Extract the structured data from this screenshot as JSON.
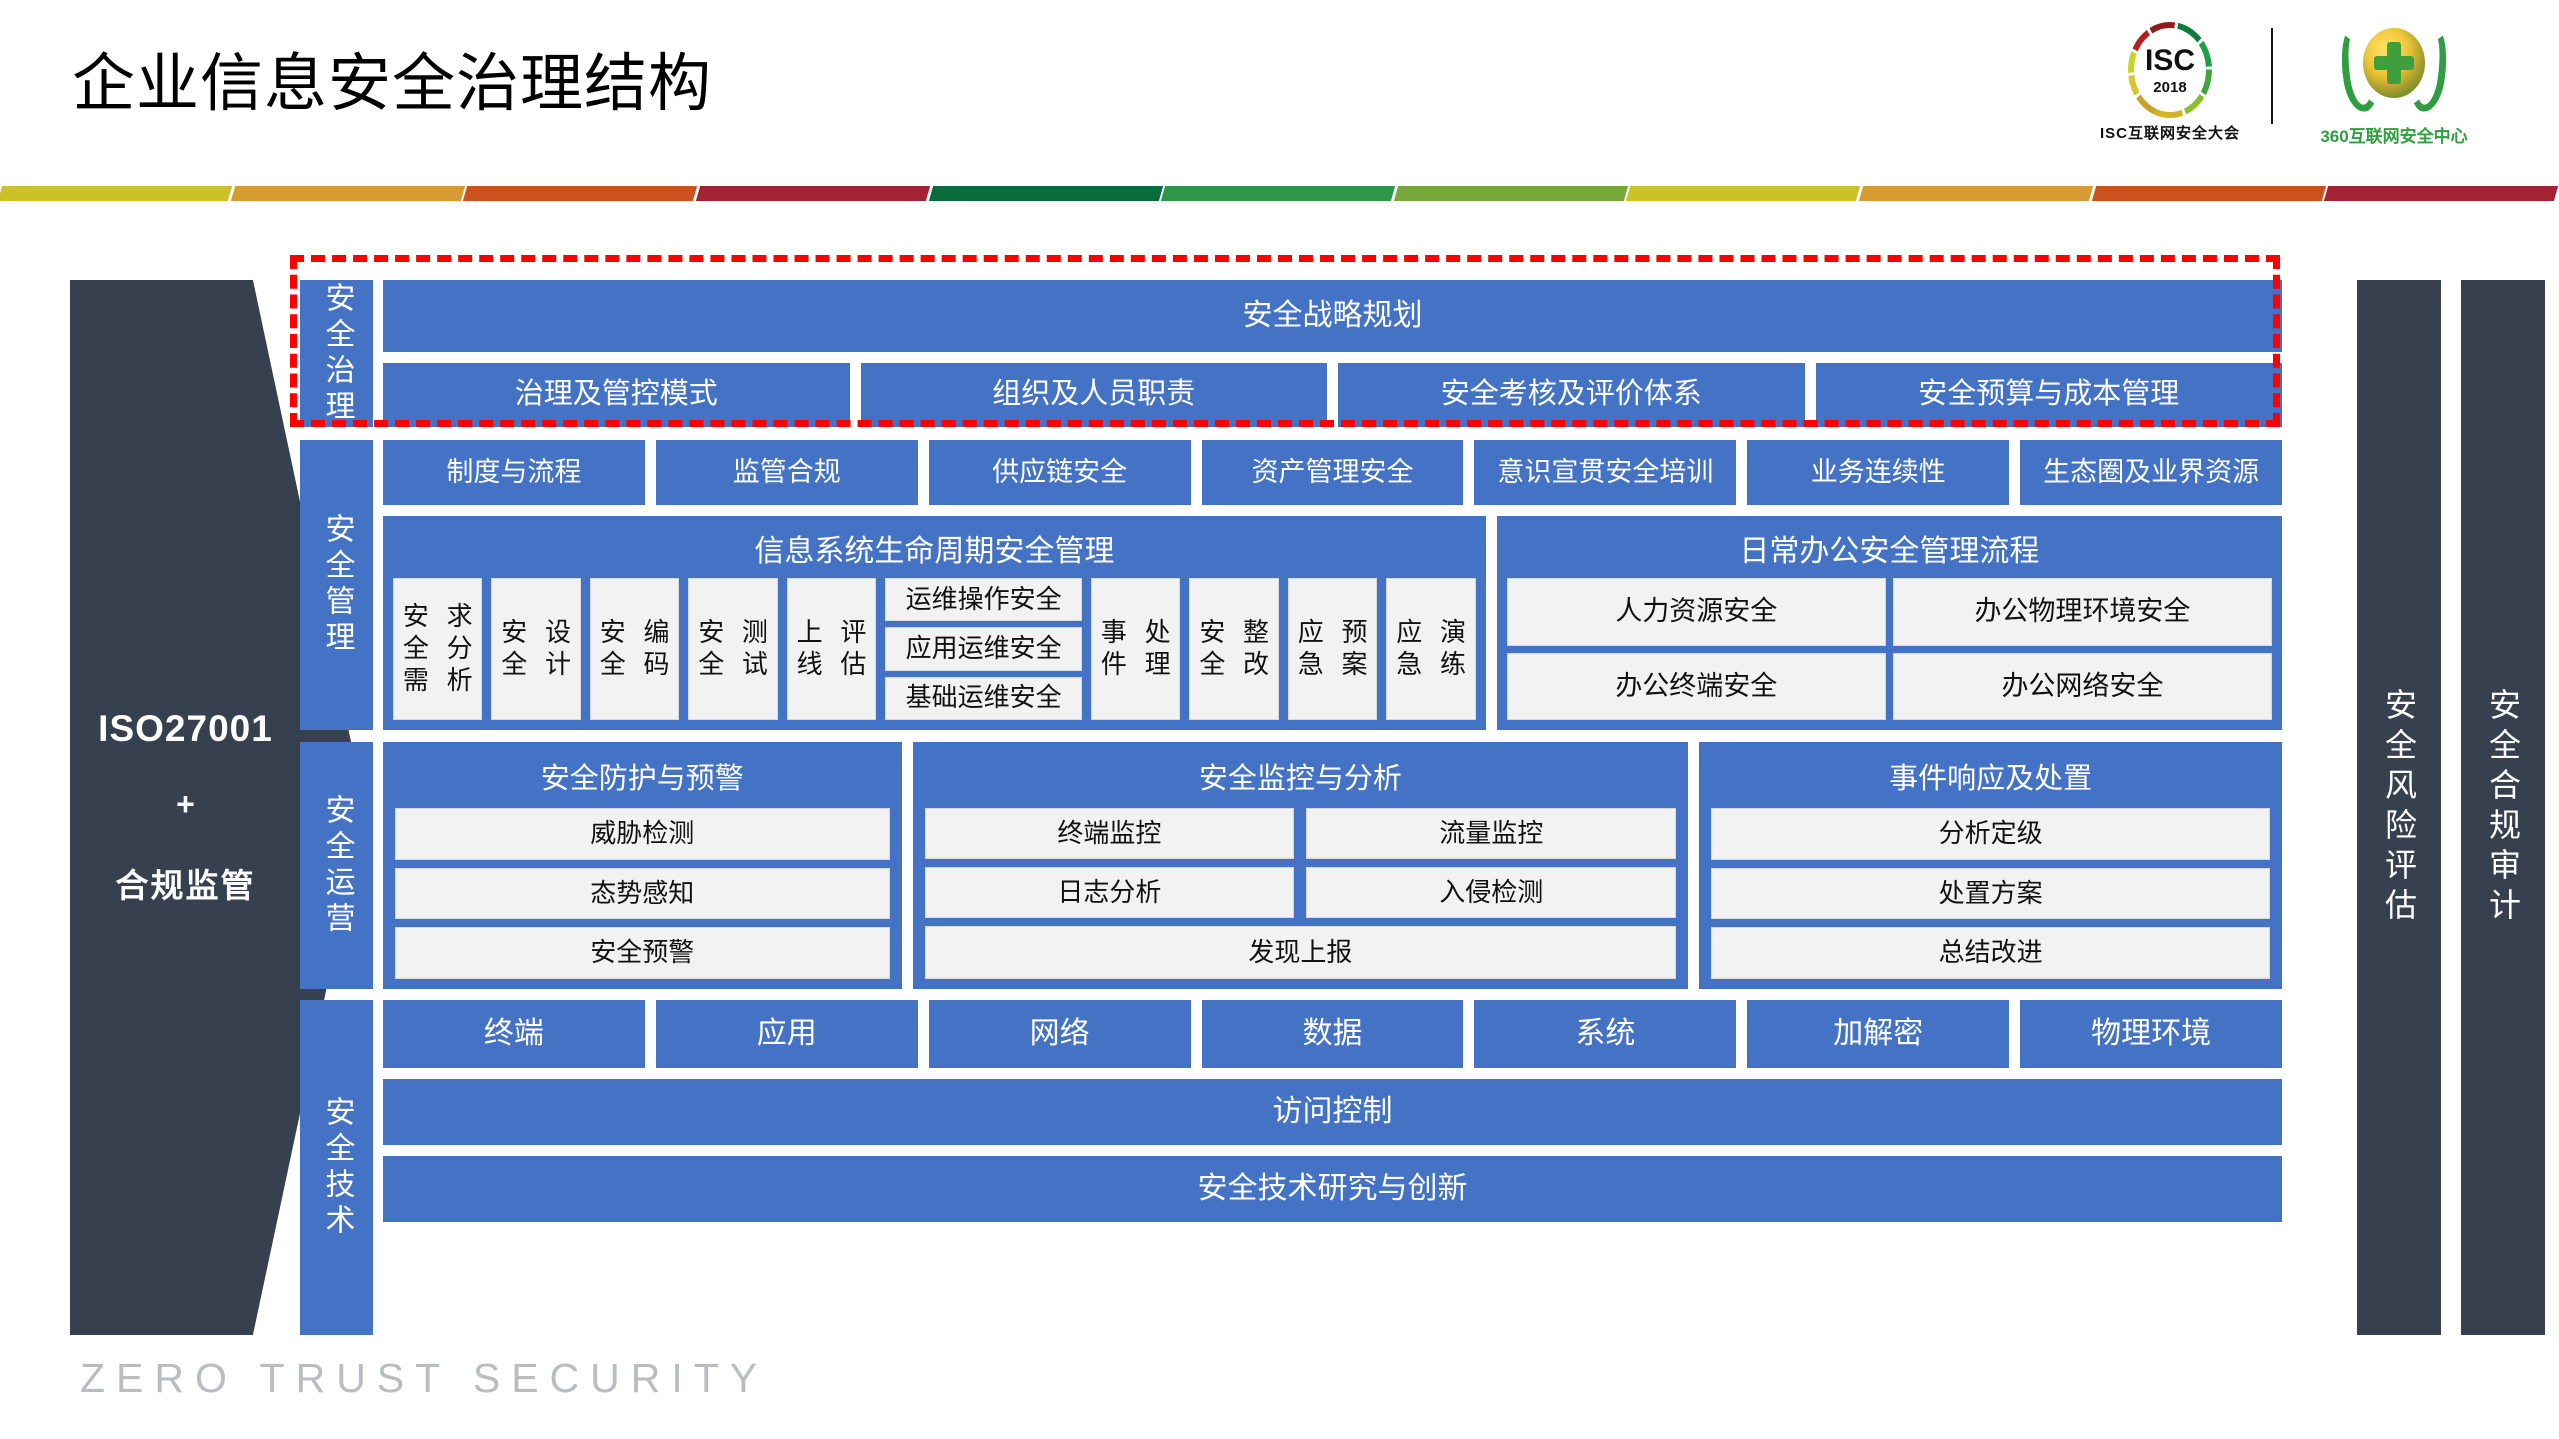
{
  "header": {
    "title": "企业信息安全治理结构",
    "logos": {
      "isc": {
        "word": "ISC",
        "year": "2018",
        "caption": "ISC互联网安全大会"
      },
      "qihoo": {
        "caption": "360互联网安全中心"
      }
    },
    "divider_colors": [
      "#cdc12a",
      "#d79b34",
      "#c9521f",
      "#a32233",
      "#0a6b3c",
      "#2f9548",
      "#74a83a",
      "#cdc12a",
      "#d79b34",
      "#c9521f",
      "#a32233"
    ]
  },
  "left_pillar": {
    "standard": "ISO27001",
    "plus": "+",
    "regulation": "合规监管"
  },
  "right_bars": [
    {
      "label": "安全风险评估"
    },
    {
      "label": "安全合规审计"
    }
  ],
  "watermark": "ZERO TRUST SECURITY",
  "colors": {
    "blue": "#4472c4",
    "dark": "#36404f",
    "gray": "#f2f2f2",
    "red_dashed": "#ff0000"
  },
  "rows": [
    {
      "label": "安全治理",
      "banner": "安全战略规划",
      "items": [
        "治理及管控模式",
        "组织及人员职责",
        "安全考核及评价体系",
        "安全预算与成本管理"
      ]
    },
    {
      "label": "安全管理",
      "top_items": [
        "制度与流程",
        "监管合规",
        "供应链安全",
        "资产管理安全",
        "意识宣贯\n安全培训",
        "业务连续性",
        "生态圈及\n业界资源"
      ],
      "panel_left": {
        "title": "信息系统生命周期安全管理",
        "steps": [
          "安全需\n求分析",
          "安全\n设计",
          "安全\n编码",
          "安全\n测试",
          "上线\n评估"
        ],
        "ops_stack": [
          "运维操作安全",
          "应用运维安全",
          "基础运维安全"
        ],
        "tail_steps": [
          "事件\n处理",
          "安全\n整改",
          "应急\n预案",
          "应急\n演练"
        ]
      },
      "panel_right": {
        "title": "日常办公安全管理流程",
        "grid": [
          "人力资源安全",
          "办公物理\n环境安全",
          "办公终端\n安全",
          "办公网络\n安全"
        ]
      }
    },
    {
      "label": "安全运营",
      "panels": [
        {
          "title": "安全防护与预警",
          "rows": [
            [
              "威胁检测"
            ],
            [
              "态势感知"
            ],
            [
              "安全预警"
            ]
          ]
        },
        {
          "title": "安全监控与分析",
          "rows": [
            [
              "终端监控",
              "流量监控"
            ],
            [
              "日志分析",
              "入侵检测"
            ],
            [
              "发现上报"
            ]
          ]
        },
        {
          "title": "事件响应及处置",
          "rows": [
            [
              "分析定级"
            ],
            [
              "处置方案"
            ],
            [
              "总结改进"
            ]
          ]
        }
      ]
    },
    {
      "label": "安全技术",
      "top_items": [
        "终端",
        "应用",
        "网络",
        "数据",
        "系统",
        "加解密",
        "物理环境"
      ],
      "band1": "访问控制",
      "band2": "安全技术研究与创新"
    }
  ]
}
